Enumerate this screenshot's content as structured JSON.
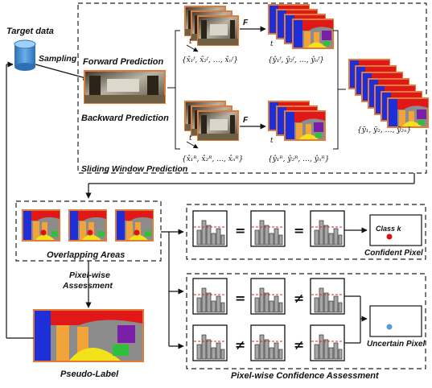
{
  "labels": {
    "target_data": "Target data",
    "sampling": "Sampling",
    "forward_prediction": "Forward Prediction",
    "backward_prediction": "Backward Prediction",
    "sliding_window_prediction": "Sliding Window Prediction",
    "overlapping_areas": "Overlapping Areas",
    "pixel_wise": "Pixel-wise",
    "assessment": "Assessment",
    "pseudo_label": "Pseudo-Label",
    "class_k": "Class k",
    "confident_pixel": "Confident Pixel",
    "uncertain_pixel": "Uncertain Pixel",
    "pixel_wise_confidence_assessment": "Pixel-wise Confidence Assessment"
  },
  "math": {
    "F_forward": "F",
    "F_backward": "F",
    "t_forward": "t",
    "t_backward": "t",
    "x_forward": "{x̂₁ᶠ, x̂₂ᶠ, …, x̂ₙᶠ}",
    "y_forward": "{ŷ₁ᶠ, ŷ₂ᶠ, …, ŷₙᶠ}",
    "x_backward": "{x̂₁ᴿ, x̂₂ᴿ, …, x̂ₙᴿ}",
    "y_backward": "{ŷ₁ᴿ, ŷ₂ᴿ, …, ŷₙᴿ}",
    "y_all": "{ȳ₁, ȳ₂, …, ȳ₂ₙ}"
  },
  "symbols": {
    "equal_1": "=",
    "equal_2": "=",
    "equal_3": "=",
    "not_equal_1": "≠",
    "not_equal_2": "≠",
    "not_equal_3": "≠"
  },
  "colors": {
    "frame_border": "#e07b39",
    "dashed_border": "#222222",
    "confident_dot": "#e01010",
    "uncertain_dot": "#5b9bd5",
    "bar_fill": "#a6a6a6",
    "threshold_line": "#e02020",
    "database": "#4a90d9",
    "seg_blue": "#1e2fd8",
    "seg_orange": "#f2a33a",
    "seg_red": "#e01818",
    "seg_yellow": "#f2e21a",
    "seg_gray": "#8c8c8c"
  },
  "icons": [
    "database-icon",
    "camera-frame-icon",
    "segmentation-map-icon",
    "histogram-icon",
    "pixel-dot-icon"
  ]
}
